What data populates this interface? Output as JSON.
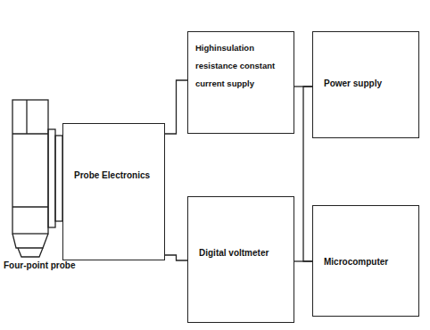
{
  "diagram": {
    "nodes": [
      {
        "text": [
          "Probe Electronics"
        ]
      },
      {
        "text": [
          "Highinsulation resistance constant current supply"
        ]
      },
      {
        "text": [
          "Power supply"
        ]
      },
      {
        "text": [
          "Digital voltmeter"
        ]
      },
      {
        "text": [
          "Microcomputer"
        ]
      }
    ],
    "edges": [
      {
        "from": 0,
        "to": 1,
        "arrow": "none"
      },
      {
        "from": 0,
        "to": 3,
        "arrow": "none"
      },
      {
        "from": 1,
        "to": 2,
        "arrow": "none"
      },
      {
        "from": 3,
        "to": 4,
        "arrow": "none"
      },
      {
        "from": 2,
        "to": 4,
        "arrow": "none"
      }
    ],
    "labels": [
      "Four-point probe"
    ]
  }
}
